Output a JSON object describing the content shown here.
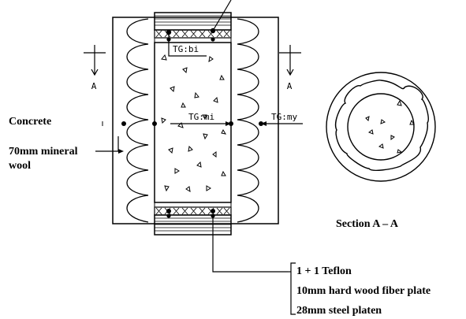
{
  "labels": {
    "concrete": "Concrete",
    "mineral_wool_line1": "70mm mineral",
    "mineral_wool_line2": "wool",
    "section": "Section A – A",
    "section_mark_left": "A",
    "section_mark_right": "A",
    "tg_bi": "TG:bi",
    "tg_mi": "TG:mi",
    "tg_my": "TG:my"
  },
  "layers": [
    "1 + 1 Teflon",
    "10mm hard wood fiber plate",
    "28mm steel platen"
  ],
  "colors": {
    "ink": "#000000",
    "paper": "#ffffff"
  }
}
